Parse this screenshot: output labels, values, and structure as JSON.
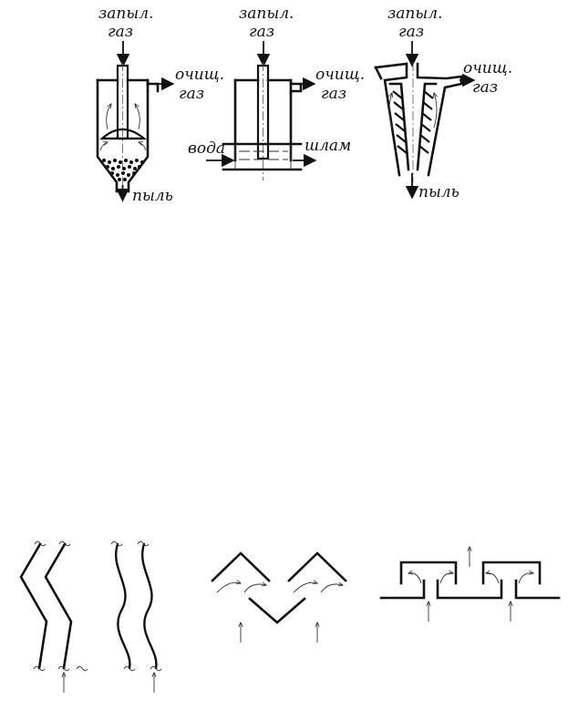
{
  "labels": {
    "dust_gas": "запыл.",
    "gas": "газ",
    "clean": "очищ.",
    "dust": "пыль",
    "water": "вода",
    "sludge": "шлам"
  },
  "colors": {
    "ink": "#111111",
    "background": "#ffffff"
  }
}
